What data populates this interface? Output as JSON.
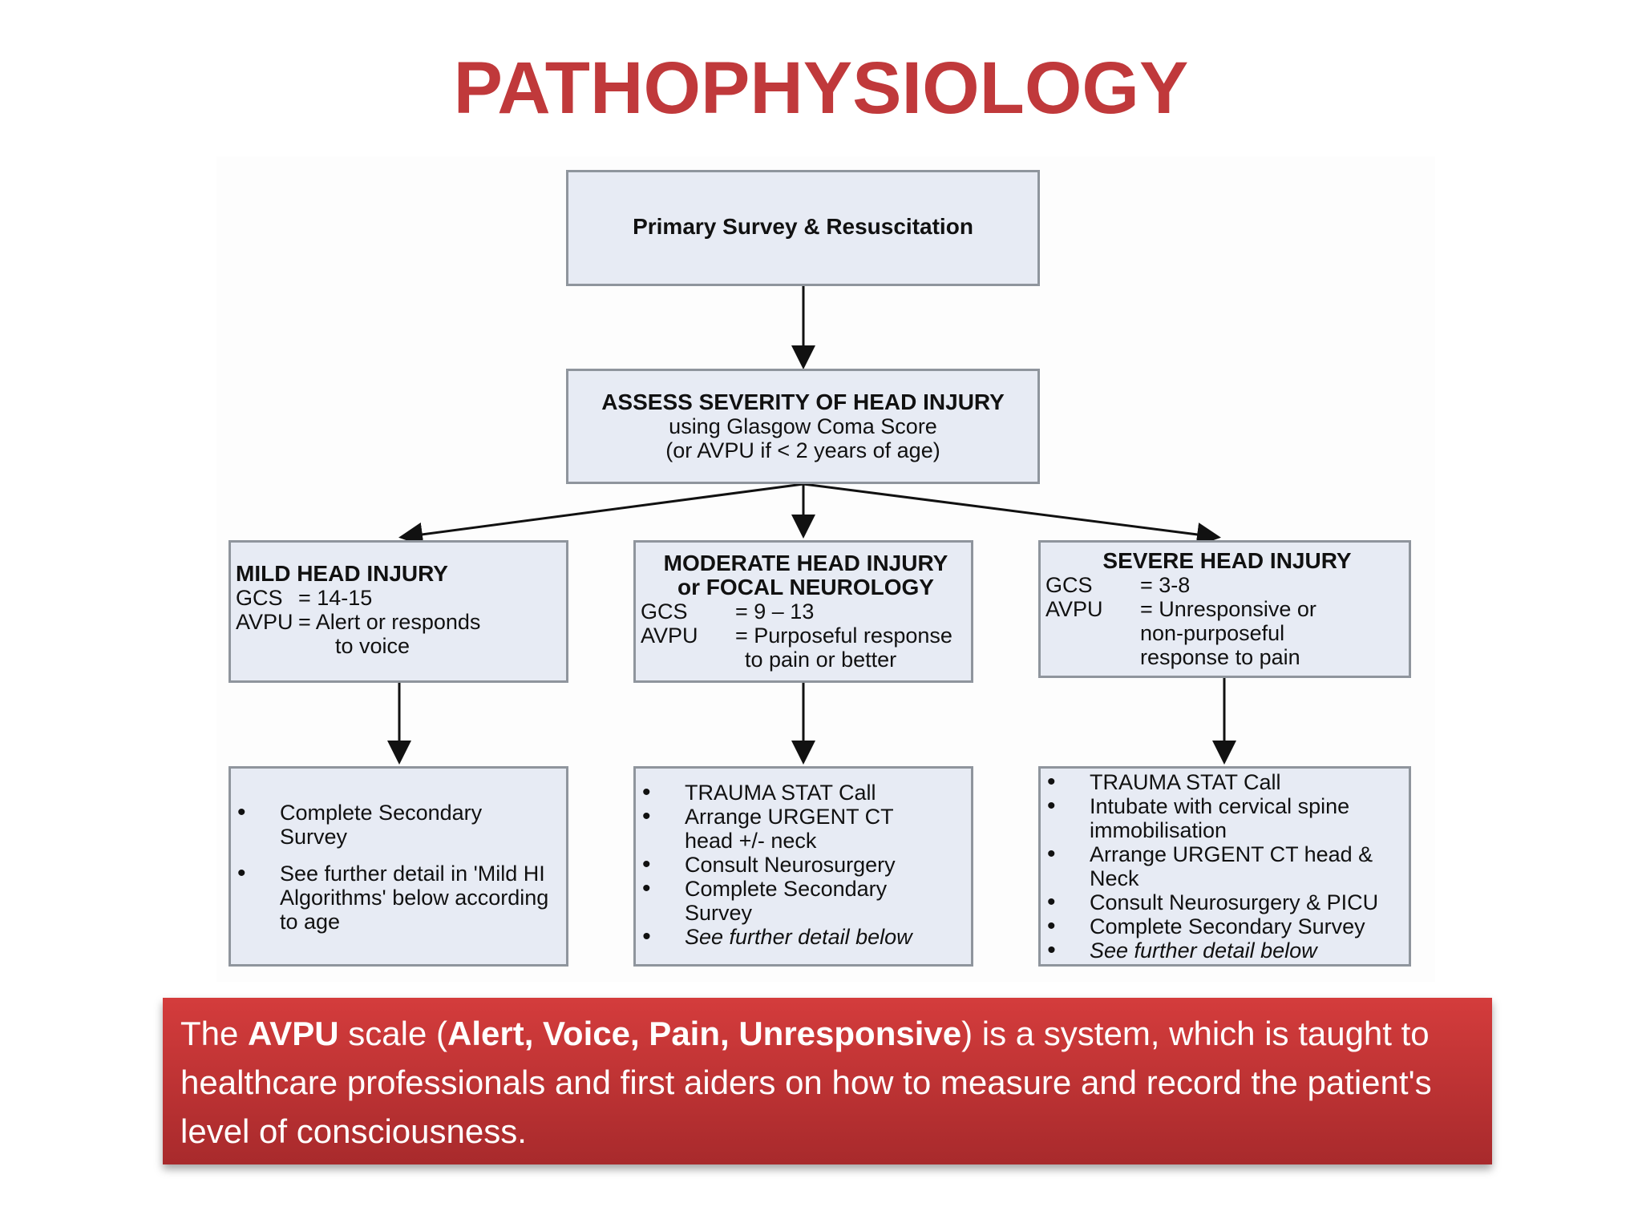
{
  "title": "PATHOPHYSIOLOGY",
  "colors": {
    "title": "#c0393b",
    "box_fill": "#e7ebf4",
    "box_border": "#8f959d",
    "banner_top": "#d43c3c",
    "banner_bottom": "#a82a2c"
  },
  "primary": {
    "label": "Primary Survey & Resuscitation"
  },
  "assess": {
    "heading": "ASSESS SEVERITY OF HEAD INJURY",
    "line1": "using Glasgow Coma Score",
    "line2": "(or AVPU if < 2 years of age)"
  },
  "mild": {
    "heading": "MILD HEAD INJURY",
    "gcs_label": "GCS",
    "gcs_value": "= 14-15",
    "avpu_label": "AVPU",
    "avpu_value": "= Alert or responds",
    "avpu_cont": "to voice",
    "actions": [
      "Complete Secondary Survey",
      "See further detail in 'Mild HI Algorithms' below according to age"
    ]
  },
  "moderate": {
    "heading1": "MODERATE HEAD INJURY",
    "heading2": "or FOCAL NEUROLOGY",
    "gcs_label": "GCS",
    "gcs_value": "= 9 – 13",
    "avpu_label": "AVPU",
    "avpu_value": "= Purposeful response",
    "avpu_cont": "to pain or better",
    "actions": [
      "TRAUMA STAT Call",
      "Arrange URGENT CT head +/- neck",
      "Consult Neurosurgery",
      "Complete Secondary Survey",
      "See further detail below"
    ]
  },
  "severe": {
    "heading": "SEVERE HEAD INJURY",
    "gcs_label": "GCS",
    "gcs_value": "= 3-8",
    "avpu_label": "AVPU",
    "avpu_value": "= Unresponsive or",
    "avpu_cont1": "non-purposeful",
    "avpu_cont2": "response to pain",
    "actions": [
      "TRAUMA STAT Call",
      "Intubate with cervical spine immobilisation",
      "Arrange URGENT CT head & Neck",
      "Consult Neurosurgery & PICU",
      "Complete Secondary Survey",
      "See further detail below"
    ]
  },
  "banner": {
    "t1": "The ",
    "b1": "AVPU",
    "t2": " scale (",
    "b2": "Alert, Voice, Pain, Unresponsive",
    "t3": ") is a system, which is taught to healthcare professionals and first aiders on how to measure and record the patient's level of consciousness."
  }
}
